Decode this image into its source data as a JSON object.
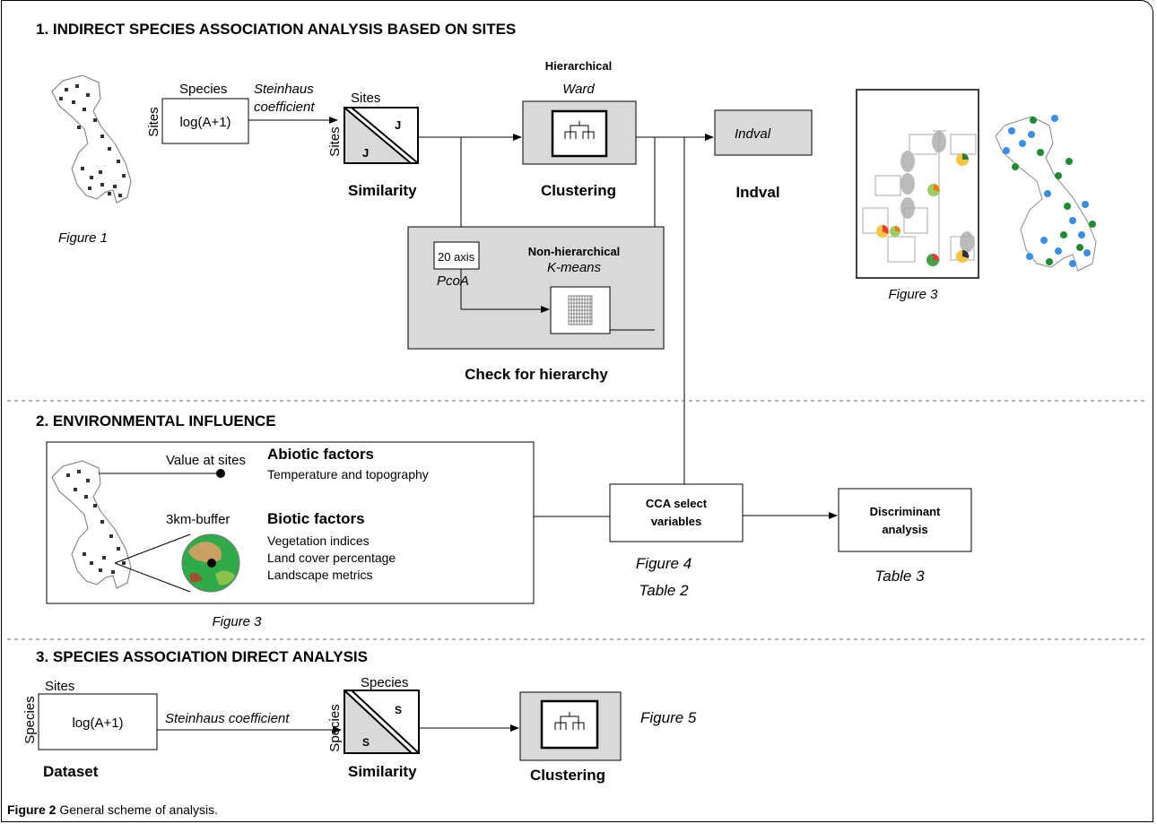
{
  "sections": {
    "s1": "1. INDIRECT SPECIES ASSOCIATION ANALYSIS BASED ON SITES",
    "s2": "2. ENVIRONMENTAL INFLUENCE",
    "s3": "3. SPECIES ASSOCIATION DIRECT ANALYSIS"
  },
  "part1": {
    "figure1": "Figure 1",
    "species": "Species",
    "sites": "Sites",
    "log": "log(A+1)",
    "coef1": "Steinhaus",
    "coef2": "coefficient",
    "matrix_sites": "Sites",
    "matrix_rows": "Sites",
    "j_top": "J",
    "j_bottom": "J",
    "similarity": "Similarity",
    "hierarchical": "Hierarchical",
    "ward": "Ward",
    "clustering": "Clustering",
    "indval_box": "Indval",
    "indval": "Indval",
    "figure3": "Figure 3",
    "axis20": "20 axis",
    "pcoa": "PcoA",
    "nonhier": "Non-hierarchical",
    "kmeans": "K-means",
    "check": "Check for hierarchy"
  },
  "part2": {
    "value_at_sites": "Value at sites",
    "abiotic_title": "Abiotic factors",
    "abiotic_desc": "Temperature and topography",
    "buffer": "3km-buffer",
    "biotic_title": "Biotic factors",
    "biotic_1": "Vegetation indices",
    "biotic_2": "Land cover percentage",
    "biotic_3": "Landscape metrics",
    "figure3": "Figure 3",
    "cca_1": "CCA select",
    "cca_2": "variables",
    "figure4": "Figure 4",
    "table2": "Table 2",
    "disc_1": "Discriminant",
    "disc_2": "analysis",
    "table3": "Table 3"
  },
  "part3": {
    "sites": "Sites",
    "species_rows": "Species",
    "log": "log(A+1)",
    "coef": "Steinhaus coefficient",
    "dataset": "Dataset",
    "matrix_species": "Species",
    "matrix_rows": "Species",
    "s_top": "S",
    "s_bottom": "S",
    "similarity": "Similarity",
    "clustering": "Clustering",
    "figure5": "Figure 5"
  },
  "caption": {
    "label": "Figure 2",
    "text": " General scheme of analysis."
  },
  "colors": {
    "grey_box": "#d9d9d9",
    "blue_dot": "#3a8ee6",
    "green_dot": "#1e8c2e"
  }
}
